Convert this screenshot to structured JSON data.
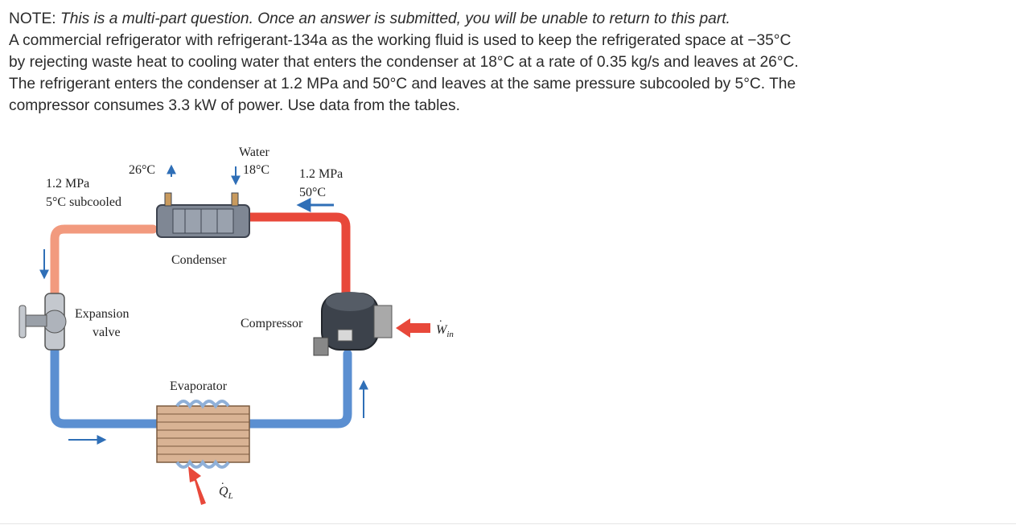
{
  "question": {
    "note_prefix": "NOTE: ",
    "note_italic": "This is a multi-part question. Once an answer is submitted, you will be unable to return to this part.",
    "lines": [
      "A commercial refrigerator with refrigerant-134a as the working fluid is used to keep the refrigerated space at −35°C",
      "by rejecting waste heat to cooling water that enters the condenser at 18°C at a rate of 0.35 kg/s and leaves at 26°C.",
      "The refrigerant enters the condenser at 1.2 MPa and 50°C and leaves at the same pressure subcooled by 5°C. The",
      "compressor consumes 3.3 kW of power. Use data from the tables."
    ]
  },
  "figure": {
    "water_label": "Water",
    "water_in_temp": "18°C",
    "water_out_temp": "26°C",
    "inlet_pressure": "1.2 MPa",
    "inlet_temp": "50°C",
    "outlet_pressure": "1.2 MPa",
    "outlet_state": "5°C subcooled",
    "condenser_label": "Condenser",
    "expansion_label_1": "Expansion",
    "expansion_label_2": "valve",
    "compressor_label": "Compressor",
    "evaporator_label": "Evaporator",
    "win_symbol": "W",
    "win_sub": "in",
    "ql_symbol": "Q",
    "ql_sub": "L"
  },
  "colors": {
    "hot_pipe": "#e8483a",
    "warm_pipe": "#f29a7e",
    "cold_pipe": "#5b8fd1",
    "arrow_blue": "#2f6fb7",
    "arrow_red": "#e8483a"
  }
}
